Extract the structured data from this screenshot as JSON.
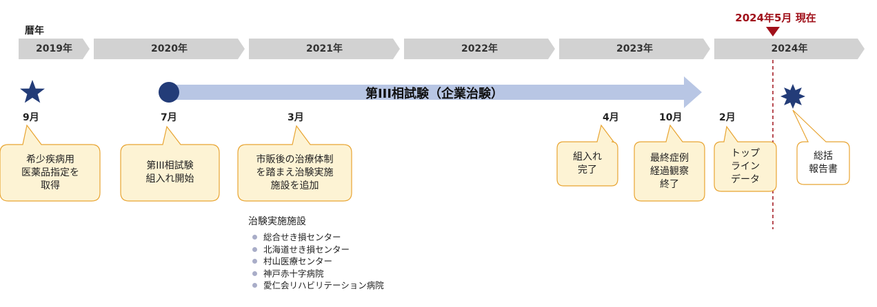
{
  "axis_title": "暦年",
  "years": [
    "2019年",
    "2020年",
    "2021年",
    "2022年",
    "2023年",
    "2024年"
  ],
  "current_marker": "2024年5月 現在",
  "phase_label": "第III相試験（企業治験）",
  "months": [
    "9月",
    "7月",
    "3月",
    "4月",
    "10月",
    "2月"
  ],
  "callouts": [
    "希少疾病用\n医薬品指定を\n取得",
    "第III相試験\n組入れ開始",
    "市販後の治療体制\nを踏まえ治験実施\n施設を追加",
    "組入れ\n完了",
    "最終症例\n経過観察\n終了",
    "トップ\nライン\nデータ",
    "総括\n報告書"
  ],
  "sites_title": "治験実施施設",
  "sites": [
    "総合せき損センター",
    "北海道せき損センター",
    "村山医療センター",
    "神戸赤十字病院",
    "愛仁会リハビリテーション病院"
  ],
  "colors": {
    "year_bar": "#d2d2d2",
    "phase_arrow": "#b8c6e4",
    "marker_navy": "#233c78",
    "callout_fill": "#fdf3d4",
    "callout_border": "#e8a431",
    "current_red": "#a0101a"
  },
  "icons": {
    "start": "star-icon",
    "phase_start": "circle-icon",
    "end": "starburst-icon",
    "current": "triangle-down-icon"
  }
}
